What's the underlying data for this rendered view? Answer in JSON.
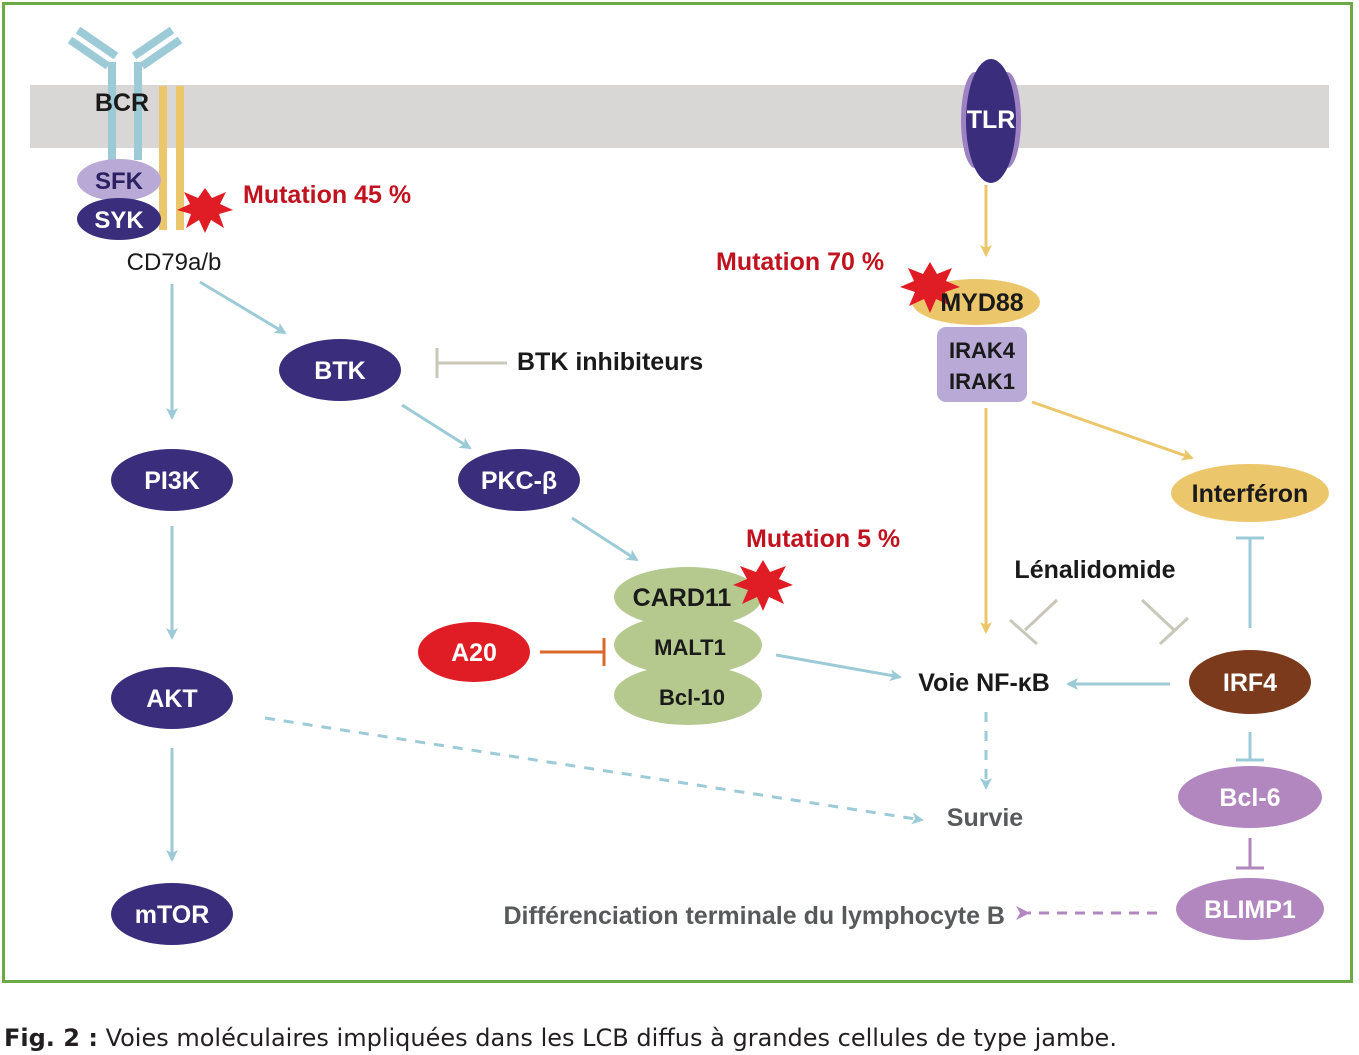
{
  "receptor": {
    "bcr": "BCR",
    "sfk": "SFK",
    "syk": "SYK",
    "cd79": "CD79a/b",
    "tlr": "TLR"
  },
  "nodes": {
    "btk": "BTK",
    "pkc": "PKC-β",
    "pi3k": "PI3K",
    "akt": "AKT",
    "mtor": "mTOR",
    "card11": "CARD11",
    "malt1": "MALT1",
    "bcl10": "Bcl-10",
    "a20": "A20",
    "myd88": "MYD88",
    "irak4": "IRAK4",
    "irak1": "IRAK1",
    "interferon": "Interféron",
    "irf4": "IRF4",
    "bcl6": "Bcl-6",
    "blimp1": "BLIMP1"
  },
  "labels": {
    "mutation_bcr": "Mutation 45 %",
    "mutation_myd88": "Mutation 70 %",
    "mutation_card11": "Mutation 5 %",
    "btk_inhibitors": "BTK inhibiteurs",
    "lenalidomide": "Lénalidomide",
    "nfkb": "Voie NF-κB",
    "survie": "Survie",
    "differentiation": "Différenciation terminale du lymphocyte B"
  },
  "caption": {
    "prefix": "Fig. 2 :",
    "text": " Voies moléculaires impliquées dans les LCB diffus à grandes cellules de type jambe."
  },
  "colors": {
    "frame": "#6aa944",
    "membrane": "#d9d6d6",
    "navy": "#3a2d7c",
    "lavender": "#b9a9d6",
    "light_blue": "#9ccbd7",
    "gold": "#ecc66a",
    "green": "#b5c98e",
    "red": "#e01c24",
    "mutation_text": "#c1121f",
    "brown": "#7a3a1b",
    "purple": "#b287bf",
    "gray_text": "#58595b",
    "inhibitor_gray": "#c9c7b8",
    "orange": "#d9682a"
  }
}
